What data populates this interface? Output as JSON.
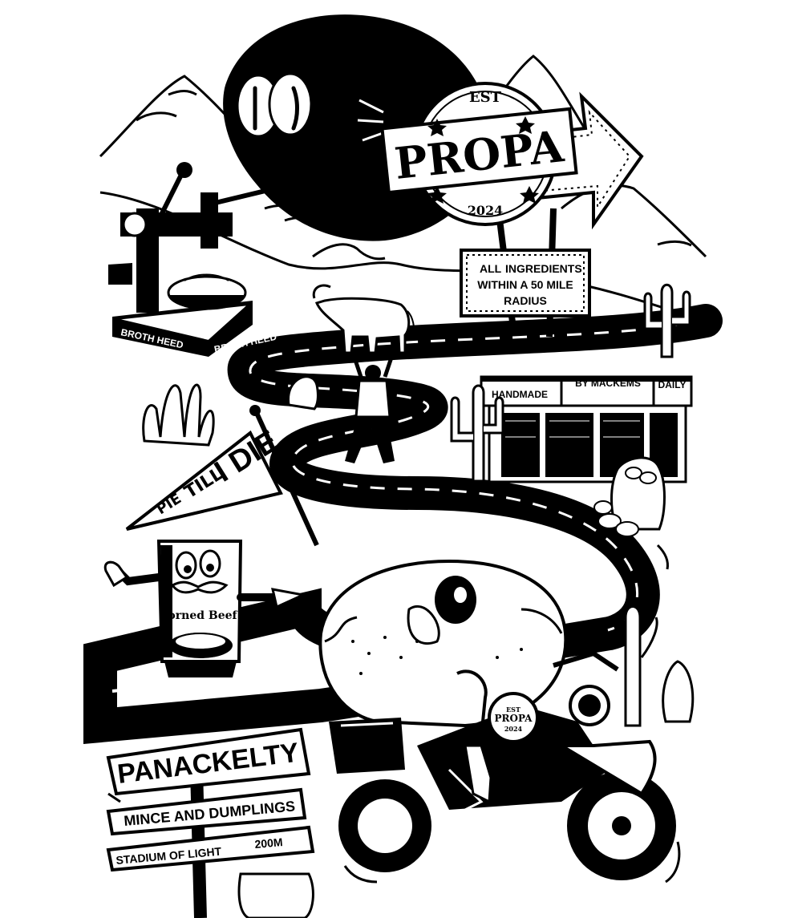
{
  "colors": {
    "ink": "#000000",
    "paper": "#ffffff",
    "grey": "#d9d9d9"
  },
  "propa_sign": {
    "est": "EST",
    "brand": "PROPA",
    "year": "2024"
  },
  "ingredients_sign": {
    "line1_a": "ALL",
    "line1_b": "INGREDIENTS",
    "line2": "WITHIN A 50 MILE",
    "line3": "RADIUS"
  },
  "press": {
    "label_left": "BROTH HEED",
    "label_right": "BROTH HEED"
  },
  "shop": {
    "sign_1": "HANDMADE",
    "sign_2": "BY MACKEMS",
    "sign_3": "DAILY"
  },
  "pennant": {
    "word_1": "PIE",
    "word_2": "TILL",
    "word_3": "I DIE"
  },
  "can": {
    "label": "Corned Beef!"
  },
  "signpost": {
    "sign_1": "PANACKELTY",
    "sign_2": "MINCE AND DUMPLINGS",
    "sign_3a": "STADIUM OF LIGHT",
    "sign_3b": "200M"
  },
  "bike_badge": {
    "est": "EST",
    "brand": "PROPA",
    "year": "2024"
  },
  "icons": [
    "sun-with-eyes-icon",
    "cow-icon",
    "cactus-icon",
    "motorcycle-icon",
    "pie-icon",
    "potato-sack-icon",
    "pie-press-icon"
  ]
}
